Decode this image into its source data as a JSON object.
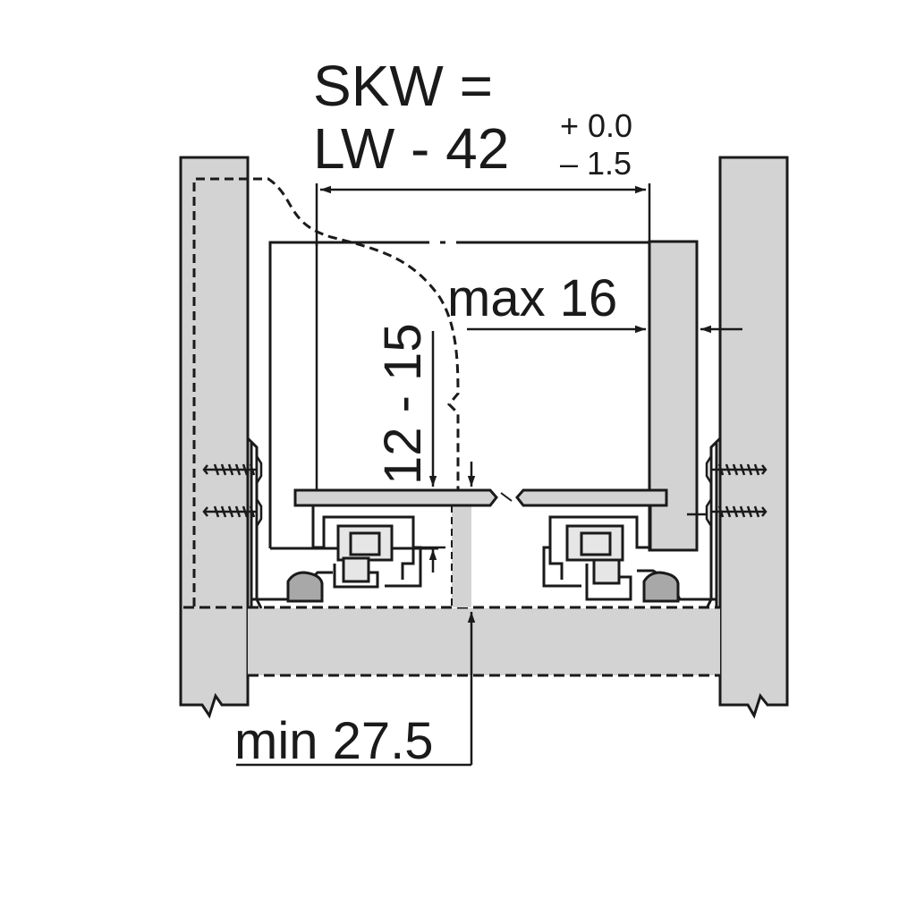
{
  "formula": {
    "line1": "SKW =",
    "line2": "LW - 42",
    "tol_plus": "+ 0.0",
    "tol_minus": "– 1.5"
  },
  "dimensions": {
    "max_gap": "max 16",
    "height_range": "12 - 15",
    "min_thickness": "min 27.5"
  },
  "colors": {
    "panel_fill": "#d3d3d3",
    "line": "#1a1a1a",
    "background": "#ffffff"
  }
}
